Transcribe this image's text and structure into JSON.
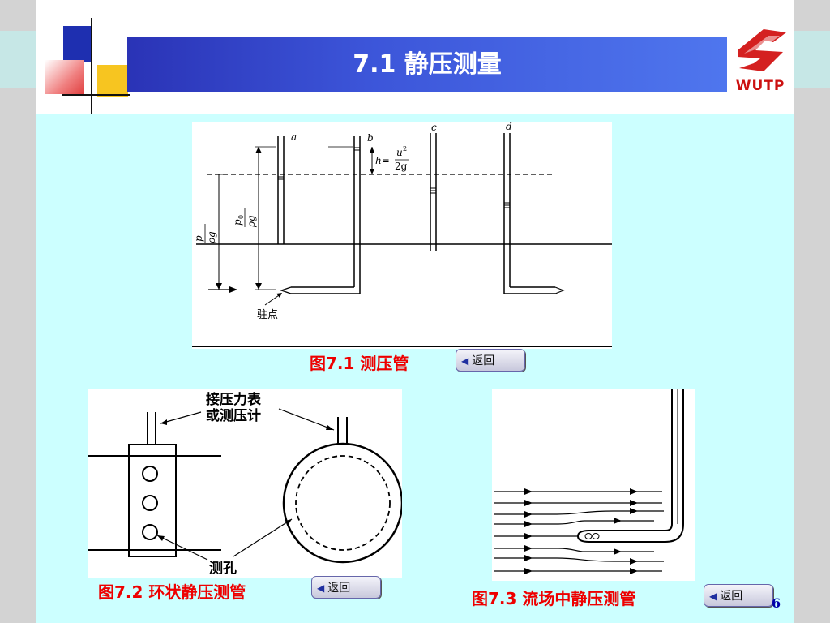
{
  "slide": {
    "title": "7.1  静压测量",
    "logo_text": "WUTP",
    "page_number": "6",
    "back_label": "返回"
  },
  "fig1": {
    "caption": "图7.1  测压管",
    "tube_labels": [
      "a",
      "b",
      "c",
      "d"
    ],
    "h_label": "h=",
    "h_num": "u",
    "h_num_sup": "2",
    "h_den": "2g",
    "p_num": "p",
    "p_den": "ρg",
    "p0_num": "p",
    "p0_sub": "0",
    "p0_den": "ρg",
    "stagnation_label": "驻点"
  },
  "fig2": {
    "caption": "图7.2  环状静压测管",
    "label_top_line1": "接压力表",
    "label_top_line2": "或测压计",
    "label_hole": "测孔"
  },
  "fig3": {
    "caption": "图7.3  流场中静压测管"
  }
}
